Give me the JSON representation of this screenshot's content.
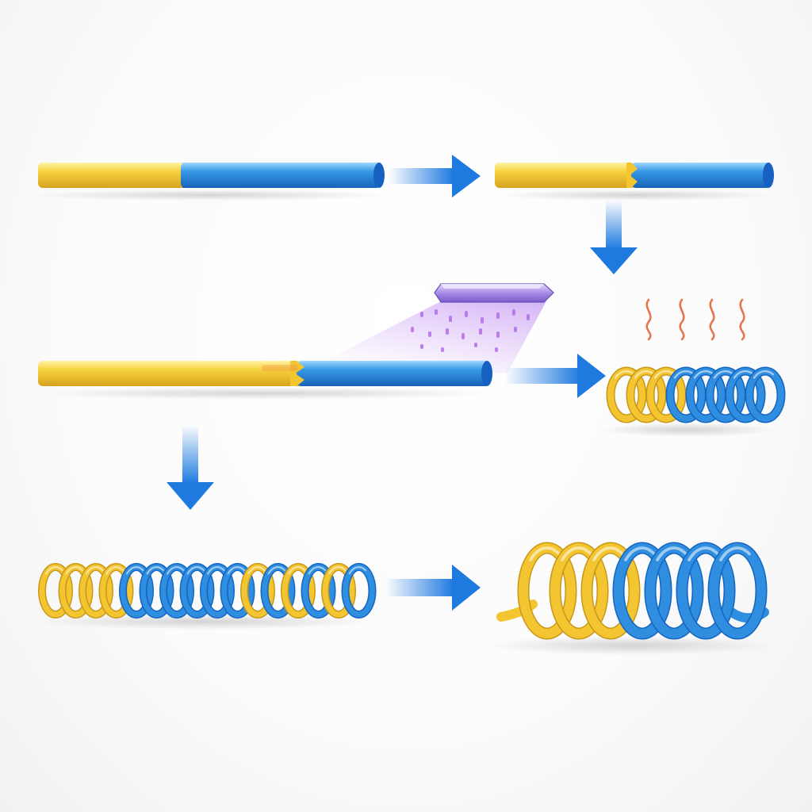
{
  "colors": {
    "yellow": "#f2c531",
    "yellow_dark": "#c9971a",
    "yellow_light": "#fde98a",
    "blue": "#2f8ee0",
    "blue_dark": "#1565c0",
    "blue_light": "#8fd0ff",
    "arrow": "#1f7ae0",
    "uv_lamp": "#a98be8",
    "uv_glow": "#c58cf2",
    "heat": "#e8744a"
  },
  "icons": {
    "uv_source": "uv-lamp-icon",
    "heat": "heat-waves-icon",
    "arrow": "arrow-icon"
  },
  "steps": [
    {
      "id": "straight-bilayer-fiber",
      "segments": [
        "yellow",
        "blue"
      ]
    },
    {
      "id": "processed-bilayer-fiber",
      "segments": [
        "yellow",
        "blue"
      ]
    },
    {
      "id": "uv-exposed-fiber",
      "segments": [
        "yellow",
        "blue"
      ],
      "stimulus": "uv"
    },
    {
      "id": "heated-coil",
      "segments": [
        "yellow",
        "blue"
      ],
      "stimulus": "heat"
    },
    {
      "id": "long-coil",
      "segments": [
        "yellow",
        "blue",
        "yellow"
      ]
    },
    {
      "id": "expanded-coil",
      "segments": [
        "yellow",
        "blue"
      ]
    }
  ]
}
